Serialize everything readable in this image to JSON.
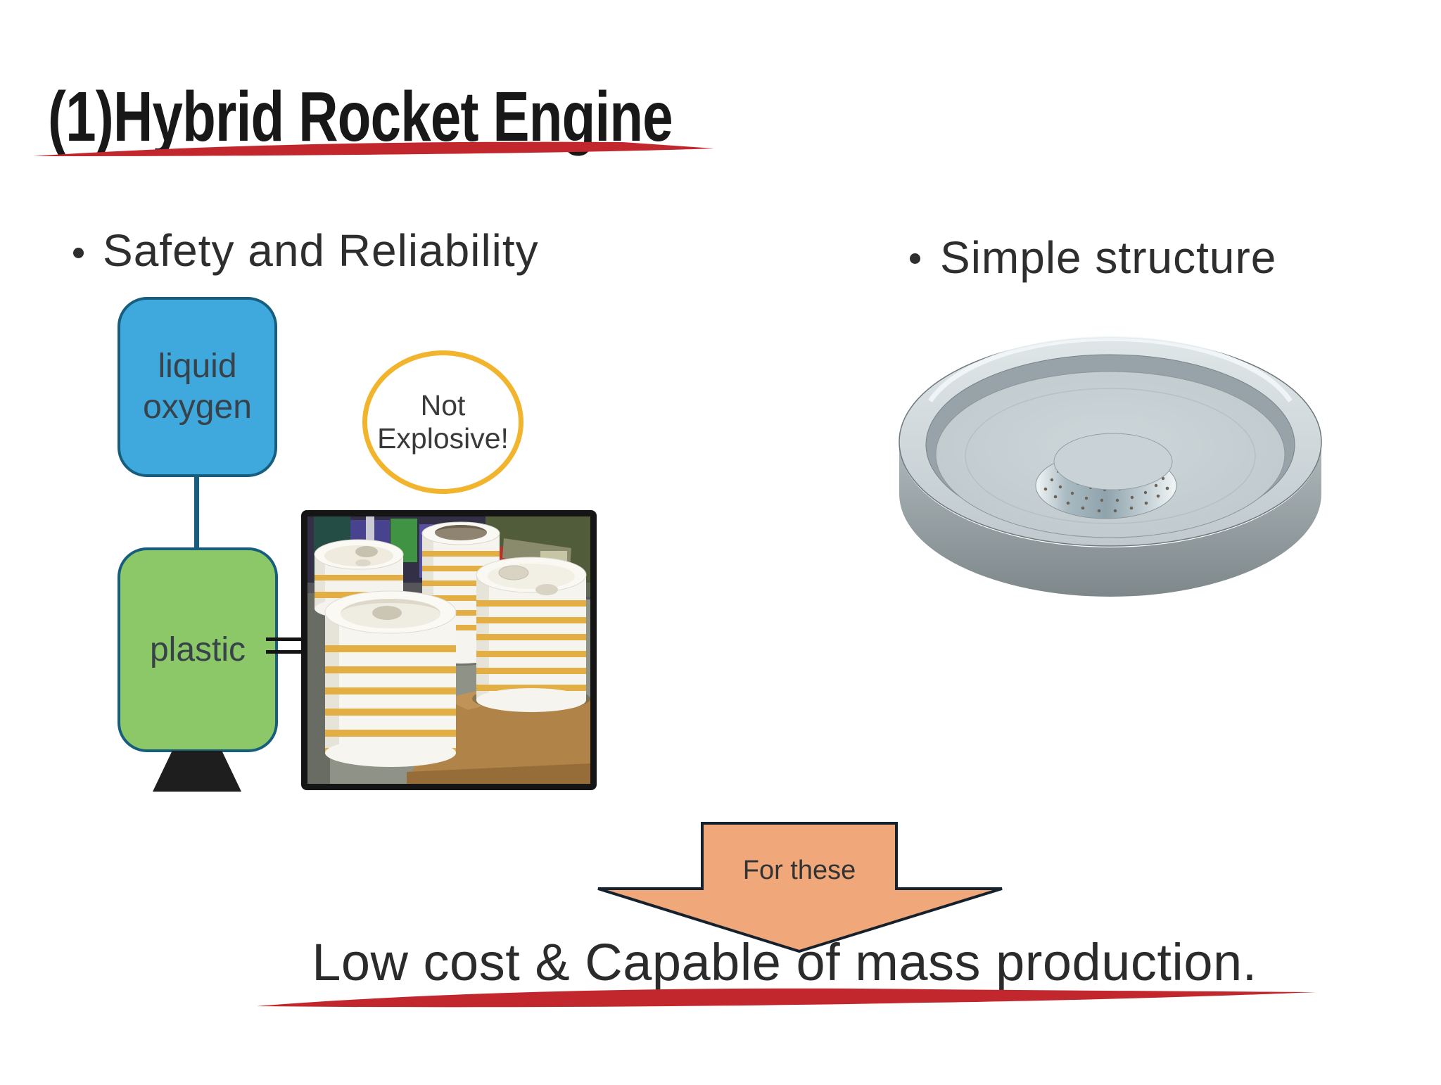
{
  "slide": {
    "title": "(1)Hybrid Rocket Engine",
    "sections": {
      "safety": {
        "heading": "Safety and Reliability"
      },
      "structure": {
        "heading": "Simple structure"
      }
    },
    "diagram": {
      "oxidizer": {
        "line1": "liquid",
        "line2": "oxygen",
        "fill": "#3FA8DC"
      },
      "fuel": {
        "label": "plastic",
        "fill": "#8CC868"
      },
      "box_border": "#175E7E",
      "nozzle_color": "#1E1E1E"
    },
    "badge": {
      "line1": "Not",
      "line2": "Explosive!",
      "ring_color": "#F2B42C"
    },
    "arrow": {
      "label": "For these",
      "fill": "#F0A87B",
      "outline": "#15222E"
    },
    "conclusion": {
      "text": "Low cost & Capable of mass production."
    },
    "colors": {
      "accent_red": "#C1272D",
      "title_text": "#181818",
      "body_text": "#2e2e2e"
    }
  }
}
